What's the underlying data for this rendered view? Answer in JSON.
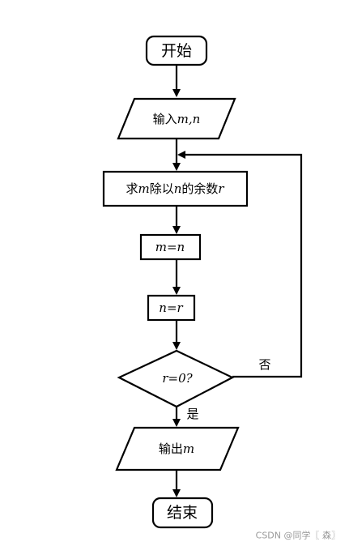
{
  "flowchart": {
    "start": "开始",
    "input_prefix": "输入",
    "input_vars": "m,n",
    "compute_prefix": "求",
    "compute_m": "m",
    "compute_mid": "除以",
    "compute_n": "n",
    "compute_suffix": "的余数",
    "compute_r": "r",
    "assign_m": "m=n",
    "assign_n": "n=r",
    "condition": "r=0?",
    "label_no": "否",
    "label_yes": "是",
    "output_prefix": "输出",
    "output_var": "m",
    "end": "结束"
  },
  "watermark": "CSDN @同学〖 森〗",
  "colors": {
    "stroke": "#000000",
    "background": "#ffffff",
    "watermark": "#999999"
  }
}
